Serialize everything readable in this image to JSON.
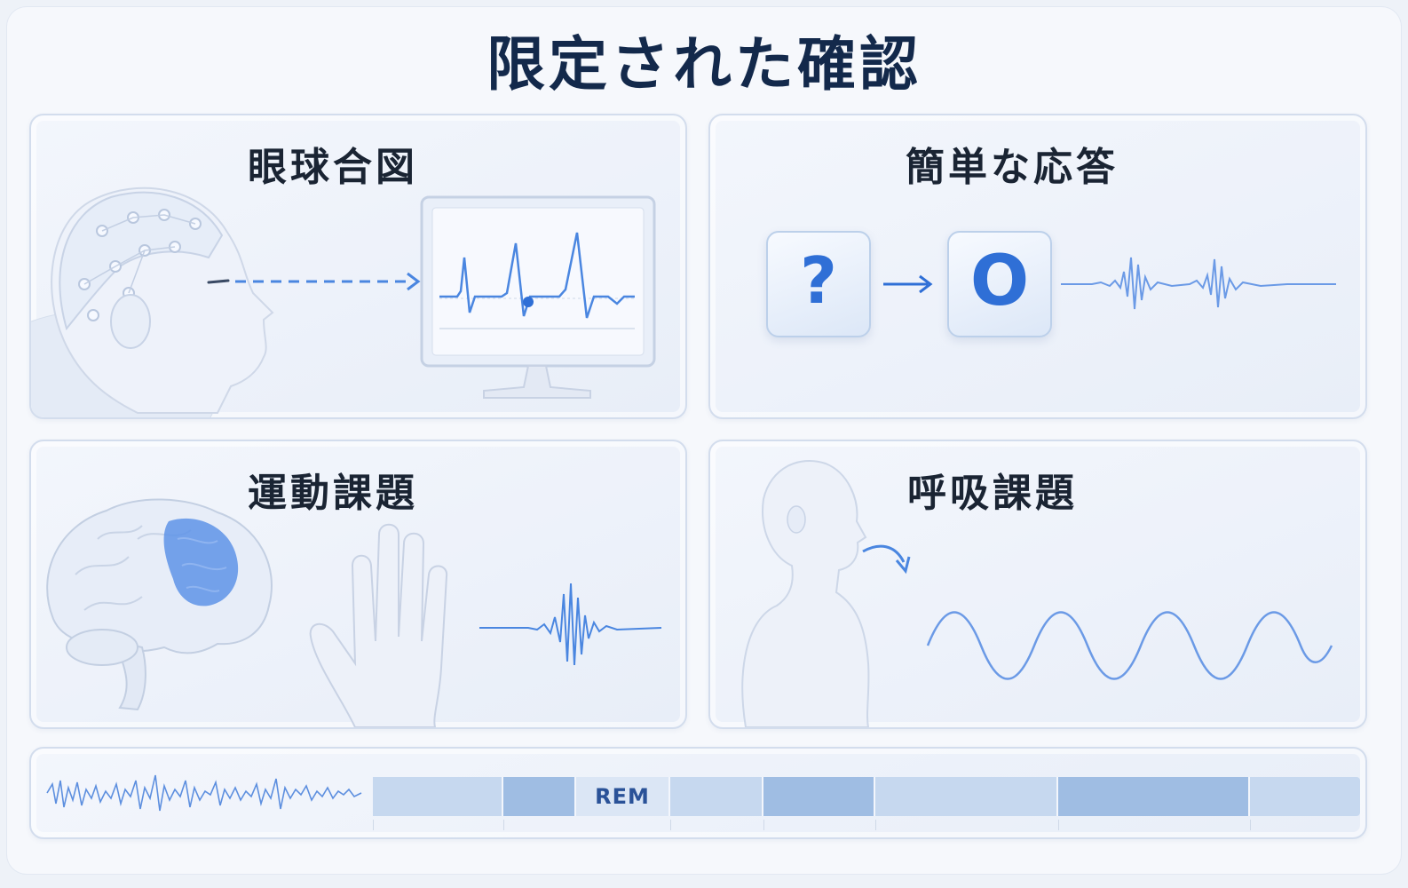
{
  "title": "限定された確認",
  "panels": [
    {
      "id": "eye",
      "title": "眼球合図"
    },
    {
      "id": "response",
      "title": "簡単な応答"
    },
    {
      "id": "motor",
      "title": "運動課題"
    },
    {
      "id": "breath",
      "title": "呼吸課題"
    }
  ],
  "response_icons": {
    "question": "?",
    "answer": "O"
  },
  "hypnogram": {
    "stages": [
      {
        "label": "",
        "shade": "light"
      },
      {
        "label": "",
        "shade": "dark"
      },
      {
        "label": "REM",
        "shade": "light"
      },
      {
        "label": "",
        "shade": "light"
      },
      {
        "label": "",
        "shade": "dark"
      },
      {
        "label": "",
        "shade": "light"
      },
      {
        "label": "",
        "shade": "dark"
      },
      {
        "label": "",
        "shade": "light"
      }
    ]
  },
  "colors": {
    "accent": "#2f6fd6",
    "title": "#13294b",
    "signal": "#4a86e0"
  },
  "icons": [
    "head-with-eeg-cap-icon",
    "monitor-icon",
    "question-icon",
    "arrow-right-icon",
    "circle-icon",
    "brain-icon",
    "hand-icon",
    "person-profile-icon",
    "breath-arrow-icon"
  ]
}
